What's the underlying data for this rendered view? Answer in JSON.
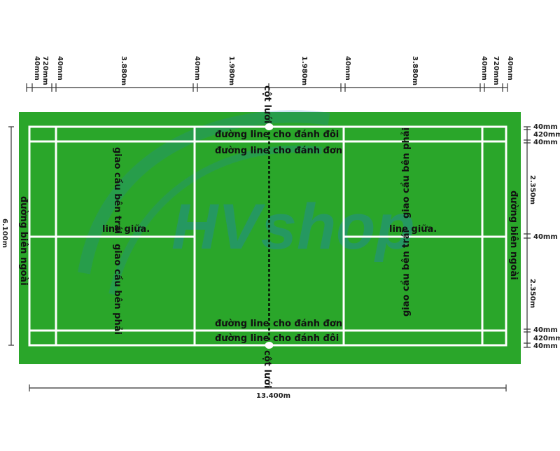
{
  "colors": {
    "court_green": "#2aa62a",
    "line_white": "#ffffff",
    "watermark_blue": "#1e7fc8",
    "dim_line": "#333333"
  },
  "watermark": {
    "text": "HVshop"
  },
  "top_dims": [
    "40mm",
    "720mm",
    "40mm",
    "3.880m",
    "40mm",
    "1.980m",
    "1.980m",
    "40mm",
    "3.880m",
    "40mm",
    "720mm",
    "40mm"
  ],
  "right_dims": [
    "40mm",
    "420mm",
    "40mm",
    "2.350m",
    "40mm",
    "2.350m",
    "40mm",
    "420mm",
    "40mm"
  ],
  "width_dim": "6.100m",
  "length_dim": "13.400m",
  "labels": {
    "net_post_top": "cột lưới",
    "net_post_bottom": "cột lưới",
    "doubles_line_left": "đường line",
    "doubles_line_right": "cho đánh đôi",
    "singles_line_left": "đường line",
    "singles_line_right": "cho đánh đơn",
    "center_line_left": "line giữa.",
    "center_line_right": "line giữa.",
    "serve_left_top": "giao cầu bên trái",
    "serve_right_top": "giao cầu bên phải",
    "serve_left_bottom": "giao cầu bên trái",
    "serve_right_bottom": "giao cầu bên phải",
    "outer_boundary_left": "đường biên ngoài",
    "outer_boundary_right": "đường biên ngoài"
  }
}
